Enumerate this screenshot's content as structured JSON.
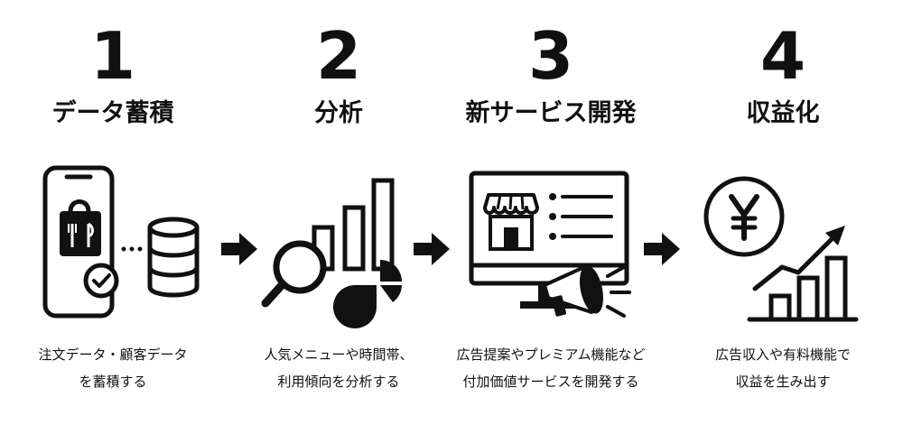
{
  "steps": [
    {
      "number": "1",
      "title": "データ蓄積",
      "desc_line1": "注文データ・顧客データ",
      "desc_line2": "を蓄積する",
      "icons": [
        "smartphone-icon",
        "shopping-bag-icon",
        "fork-knife-icon",
        "check-circle-icon",
        "dotted-connector-icon",
        "database-icon"
      ]
    },
    {
      "number": "2",
      "title": "分析",
      "desc_line1": "人気メニューや時間帯、",
      "desc_line2": "利用傾向を分析する",
      "icons": [
        "bar-chart-icon",
        "magnifier-icon",
        "pie-chart-icon"
      ]
    },
    {
      "number": "3",
      "title": "新サービス開発",
      "desc_line1": "広告提案やプレミアム機能など",
      "desc_line2": "付加価値サービスを開発する",
      "icons": [
        "monitor-icon",
        "storefront-icon",
        "list-icon",
        "megaphone-icon"
      ]
    },
    {
      "number": "4",
      "title": "収益化",
      "desc_line1": "広告収入や有料機能で",
      "desc_line2": "収益を生み出す",
      "icons": [
        "yen-coin-icon",
        "growth-chart-icon",
        "trend-arrow-icon"
      ]
    }
  ],
  "arrows": [
    "arrow-right-icon",
    "arrow-right-icon",
    "arrow-right-icon"
  ],
  "colors": {
    "ink": "#111111",
    "background": "#ffffff"
  }
}
